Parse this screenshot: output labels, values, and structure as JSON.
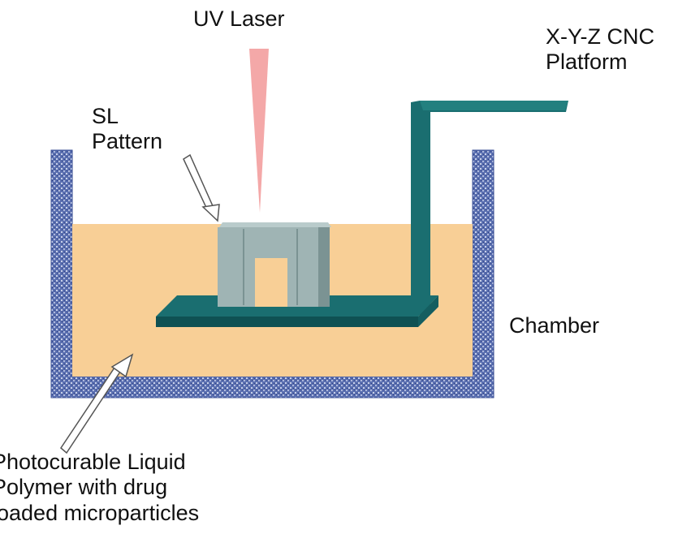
{
  "labels": {
    "uv_laser": "UV Laser",
    "cnc_platform": [
      "X-Y-Z CNC",
      "Platform"
    ],
    "sl_pattern": [
      "SL",
      "Pattern"
    ],
    "chamber": "Chamber",
    "liquid_polymer": [
      "Photocurable Liquid",
      "Polymer with drug",
      "loaded microparticles"
    ]
  },
  "colors": {
    "chamber_wall": "#5a6fb0",
    "chamber_wall_light": "#aeb8dc",
    "liquid": "#f8cf96",
    "platform": "#1a6e70",
    "platform_dark": "#0f5153",
    "sl_pattern": "#9fb4b4",
    "sl_pattern_dark": "#7b9393",
    "laser_beam": "#f4a8a8",
    "arrow_fill": "#ffffff",
    "arrow_stroke": "#555555",
    "text": "#111111"
  }
}
